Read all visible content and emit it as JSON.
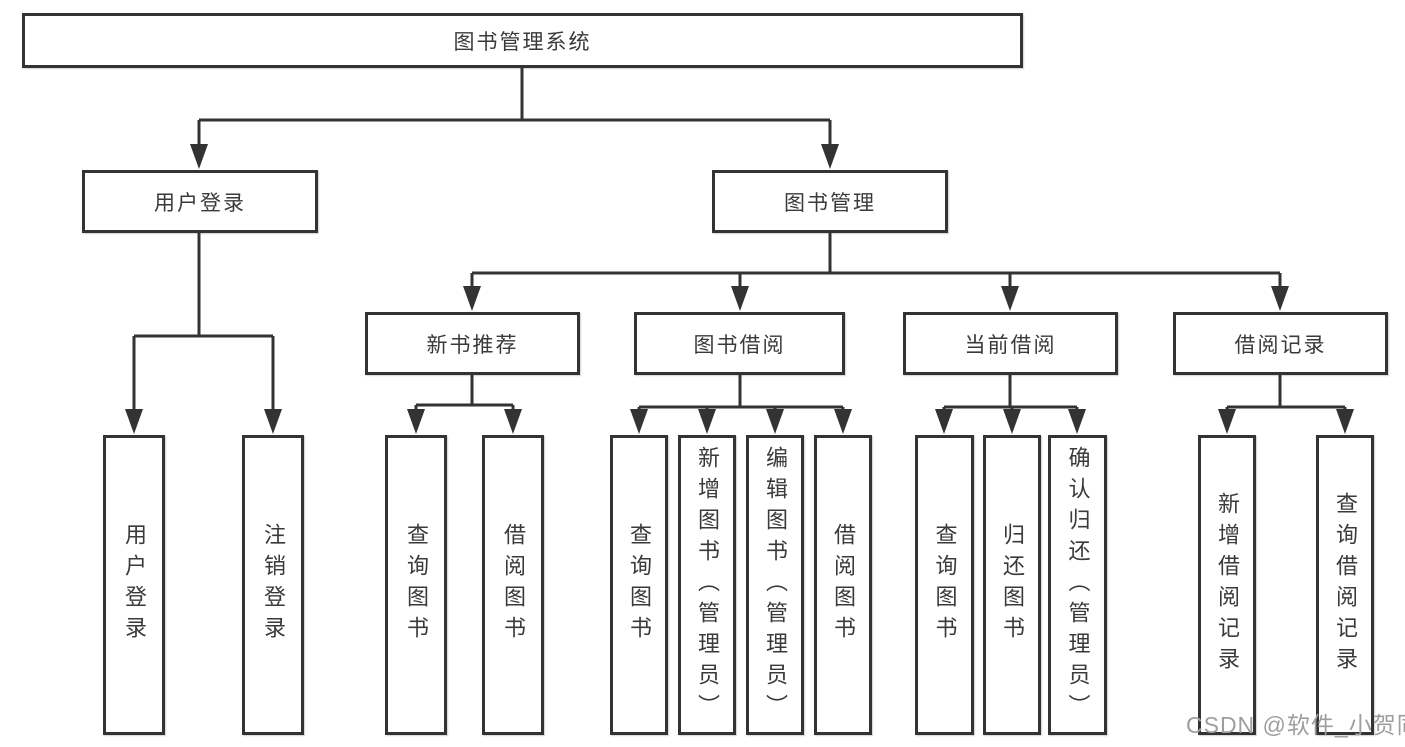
{
  "tree": {
    "label": "图书管理系统",
    "children": [
      {
        "label": "用户登录",
        "children": [
          {
            "label": "用户登录"
          },
          {
            "label": "注销登录"
          }
        ]
      },
      {
        "label": "图书管理",
        "children": [
          {
            "label": "新书推荐",
            "children": [
              {
                "label": "查询图书"
              },
              {
                "label": "借阅图书"
              }
            ]
          },
          {
            "label": "图书借阅",
            "children": [
              {
                "label": "查询图书"
              },
              {
                "label": "新增图书（管理员）"
              },
              {
                "label": "编辑图书（管理员）"
              },
              {
                "label": "借阅图书"
              }
            ]
          },
          {
            "label": "当前借阅",
            "children": [
              {
                "label": "查询图书"
              },
              {
                "label": "归还图书"
              },
              {
                "label": "确认归还（管理员）"
              }
            ]
          },
          {
            "label": "借阅记录",
            "children": [
              {
                "label": "新增借阅记录"
              },
              {
                "label": "查询借阅记录"
              }
            ]
          }
        ]
      }
    ]
  },
  "watermark": "CSDN @软件_小贺同学",
  "colors": {
    "line": "#333333",
    "text": "#3a3a3a",
    "watermark": "#9e9e9e",
    "background": "#ffffff"
  }
}
